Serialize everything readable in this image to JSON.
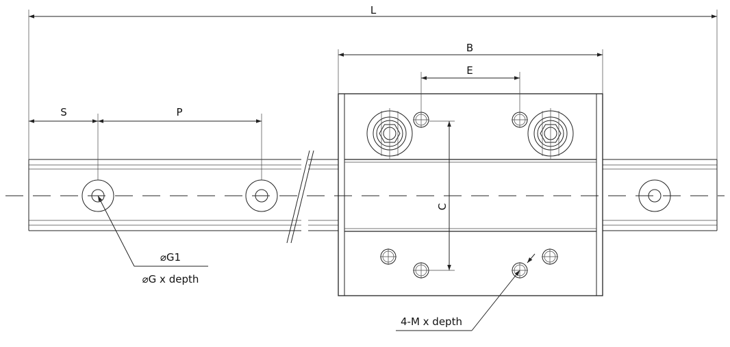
{
  "dimensions": {
    "L": "L",
    "B": "B",
    "E": "E",
    "S": "S",
    "P": "P",
    "C": "C"
  },
  "notes": {
    "g1": "⌀G1",
    "g_depth": "⌀G x depth",
    "m_depth": "4-M x depth"
  }
}
